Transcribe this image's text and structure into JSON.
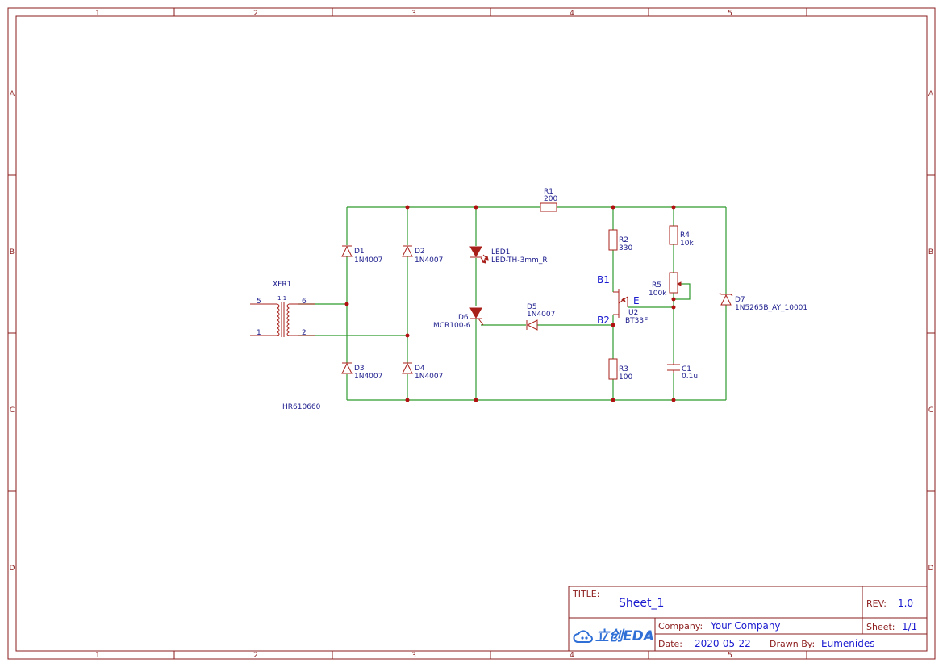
{
  "frame": {
    "columns": [
      "1",
      "2",
      "3",
      "4",
      "5"
    ],
    "rows": [
      "A",
      "B",
      "C",
      "D"
    ]
  },
  "components": {
    "xfr1": {
      "ref": "XFR1",
      "ratio": "1:1",
      "pins": [
        "5",
        "6",
        "1",
        "2"
      ],
      "value": "HR610660"
    },
    "d1": {
      "ref": "D1",
      "value": "1N4007"
    },
    "d2": {
      "ref": "D2",
      "value": "1N4007"
    },
    "d3": {
      "ref": "D3",
      "value": "1N4007"
    },
    "d4": {
      "ref": "D4",
      "value": "1N4007"
    },
    "led1": {
      "ref": "LED1",
      "value": "LED-TH-3mm_R"
    },
    "d6": {
      "ref": "D6",
      "value": "MCR100-6"
    },
    "d5": {
      "ref": "D5",
      "value": "1N4007"
    },
    "r1": {
      "ref": "R1",
      "value": "200"
    },
    "r2": {
      "ref": "R2",
      "value": "330"
    },
    "r3": {
      "ref": "R3",
      "value": "100"
    },
    "r4": {
      "ref": "R4",
      "value": "10k"
    },
    "r5": {
      "ref": "R5",
      "value": "100k"
    },
    "c1": {
      "ref": "C1",
      "value": "0.1u"
    },
    "u2": {
      "ref": "U2",
      "value": "BT33F"
    },
    "d7": {
      "ref": "D7",
      "value": "1N5265B_AY_10001"
    }
  },
  "nets": {
    "b1": "B1",
    "b2": "B2",
    "e": "E"
  },
  "title_block": {
    "title_label": "TITLE:",
    "title": "Sheet_1",
    "rev_label": "REV:",
    "rev": "1.0",
    "company_label": "Company:",
    "company": "Your Company",
    "sheet_label": "Sheet:",
    "sheet": "1/1",
    "date_label": "Date:",
    "date": "2020-05-22",
    "drawn_label": "Drawn By:",
    "drawn_by": "Eumenides",
    "logo": "立创EDA"
  },
  "colors": {
    "frame": "#8b1c1c",
    "wire": "#2e9a2e",
    "component": "#a8201a",
    "label": "#1a1a8c",
    "net": "#1a1ad0"
  }
}
